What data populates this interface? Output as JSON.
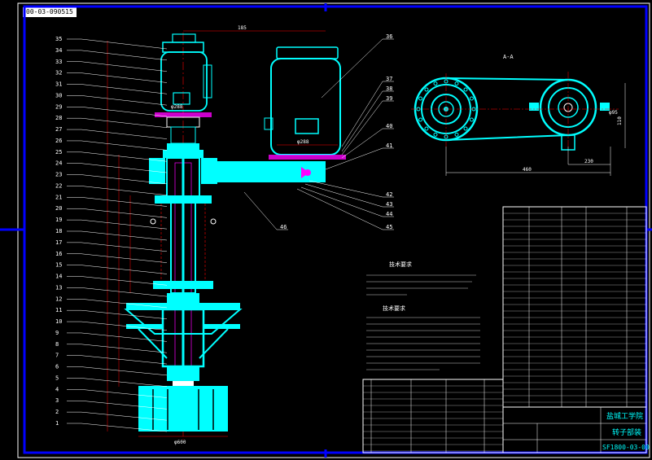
{
  "header_tag": "00-03-090515",
  "colors": {
    "background": "#000000",
    "frame": "#0000ff",
    "part": "#00ffff",
    "line": "#ffffff",
    "dim": "#ff0000",
    "hatch": "#ff00ff"
  },
  "left_part_numbers": [
    "35",
    "34",
    "33",
    "32",
    "31",
    "30",
    "29",
    "28",
    "27",
    "26",
    "25",
    "24",
    "23",
    "22",
    "21",
    "20",
    "19",
    "18",
    "17",
    "16",
    "15",
    "14",
    "13",
    "12",
    "11",
    "10",
    "9",
    "8",
    "7",
    "6",
    "5",
    "4",
    "3",
    "2",
    "1"
  ],
  "right_part_numbers": [
    "36",
    "37",
    "38",
    "39",
    "40",
    "41",
    "42",
    "43",
    "44",
    "45",
    "46"
  ],
  "section_label": "A-A",
  "dimensions": {
    "top": "185",
    "motor_width": "φ288",
    "base_width": "φ600",
    "belt_span": "460",
    "pulley_gap": "230",
    "belt_height": "110",
    "small_pulley": "φ95"
  },
  "tech_requirements_title": "技术要求",
  "install_notes_title": "技术要求",
  "title_block": {
    "company": "盐城工学院",
    "drawing_name": "转子部装",
    "drawing_code": "SF1800-03-00"
  }
}
